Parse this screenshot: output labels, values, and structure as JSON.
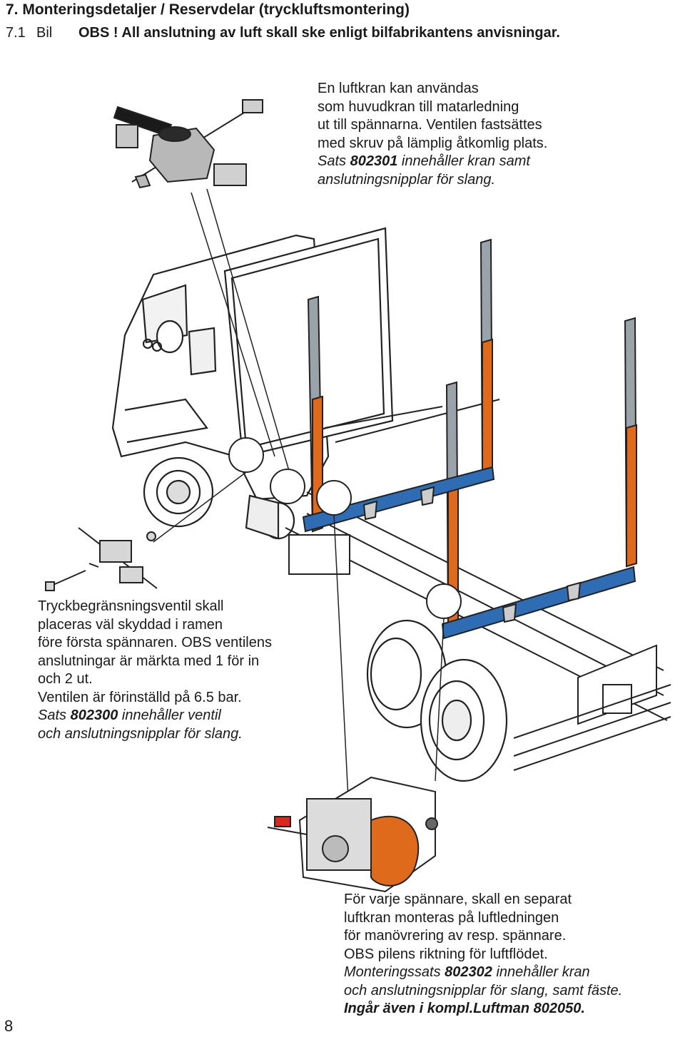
{
  "heading": {
    "title": "7.  Monteringsdetaljer / Reservdelar  (tryckluftsmontering)",
    "sub_number": "7.1",
    "sub_label": "Bil",
    "sub_note": "OBS ! All anslutning av luft skall ske enligt bilfabrikantens anvisningar."
  },
  "note_top": {
    "line1": "En luftkran kan användas",
    "line2": "som huvudkran till matarledning",
    "line3": "ut till spännarna. Ventilen fastsättes",
    "line4": "med skruv på lämplig åtkomlig plats.",
    "line5_pre": "Sats ",
    "line5_bold": "802301",
    "line5_post": " innehåller kran samt",
    "line6": "anslutningsnipplar för slang."
  },
  "note_mid": {
    "line1": "Tryckbegränsningsventil skall",
    "line2": "placeras väl skyddad i ramen",
    "line3": "före första spännaren. OBS ventilens",
    "line4": "anslutningar är märkta med 1 för in",
    "line5": "och 2 ut.",
    "line6": "Ventilen är förinställd på 6.5 bar.",
    "line7_pre": "Sats ",
    "line7_bold": "802300",
    "line7_post": " innehåller ventil",
    "line8": "och anslutningsnipplar för slang."
  },
  "note_bottom": {
    "line1": "För varje spännare, skall en separat",
    "line2": "luftkran monteras på luftledningen",
    "line3": "för manövrering av resp. spännare.",
    "line4": "OBS pilens riktning för luftflödet.",
    "line5_pre": "Monteringssats ",
    "line5_bold": "802302",
    "line5_post": " innehåller kran",
    "line6": "och anslutningsnipplar för slang, samt fäste.",
    "line7": "Ingår även i kompl.Luftman 802050."
  },
  "page_number": "8",
  "colors": {
    "frame_blue": "#2e6db4",
    "stanchion_orange": "#e06a1b",
    "valve_red": "#d62a1e"
  }
}
